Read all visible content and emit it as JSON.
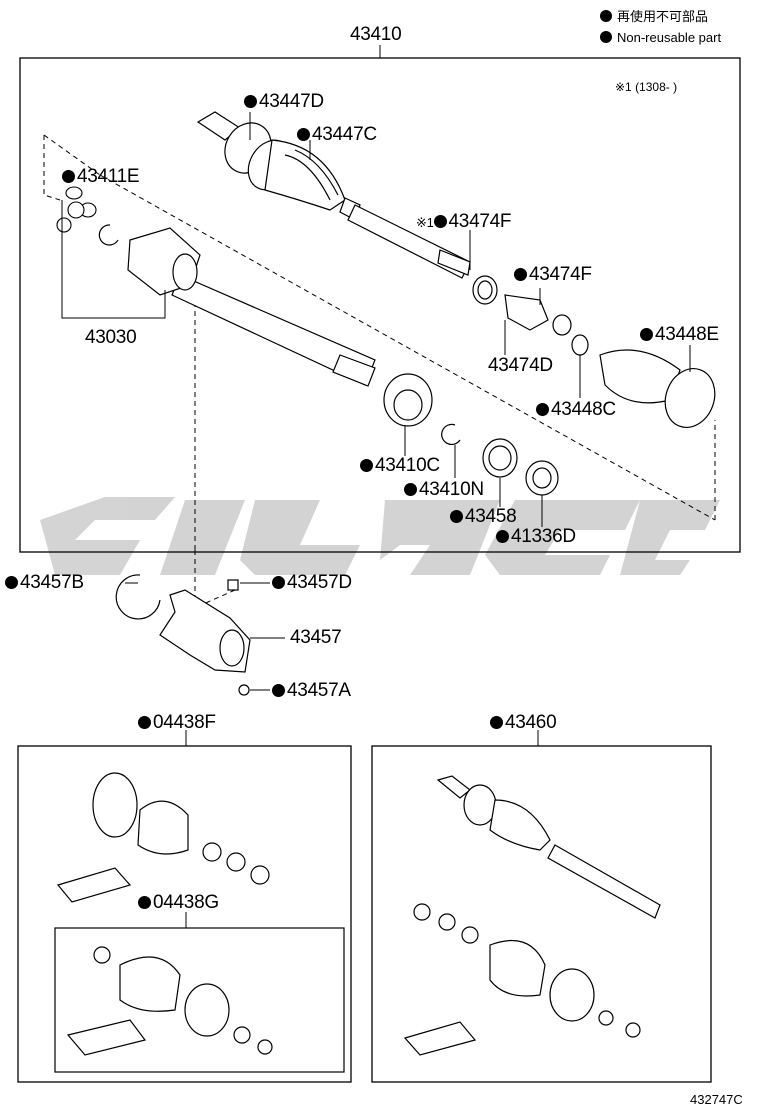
{
  "legend": {
    "line1": "再使用不可部品",
    "line2": "Non-reusable part"
  },
  "note": "※1 (1308-      )",
  "diagram_code": "432747C",
  "watermark_color": "#c8c8c8",
  "parts": {
    "p43410": "43410",
    "p43447D": "43447D",
    "p43447C": "43447C",
    "p43411E": "43411E",
    "p43474F_a": "43474F",
    "p43474F_a_prefix": "※1",
    "p43474F_b": "43474F",
    "p43030": "43030",
    "p43474D": "43474D",
    "p43448E": "43448E",
    "p43448C": "43448C",
    "p43410C": "43410C",
    "p43410N": "43410N",
    "p43458": "43458",
    "p41336D": "41336D",
    "p43457B": "43457B",
    "p43457D": "43457D",
    "p43457": "43457",
    "p43457A": "43457A",
    "p04438F": "04438F",
    "p04438G": "04438G",
    "p43460": "43460"
  }
}
